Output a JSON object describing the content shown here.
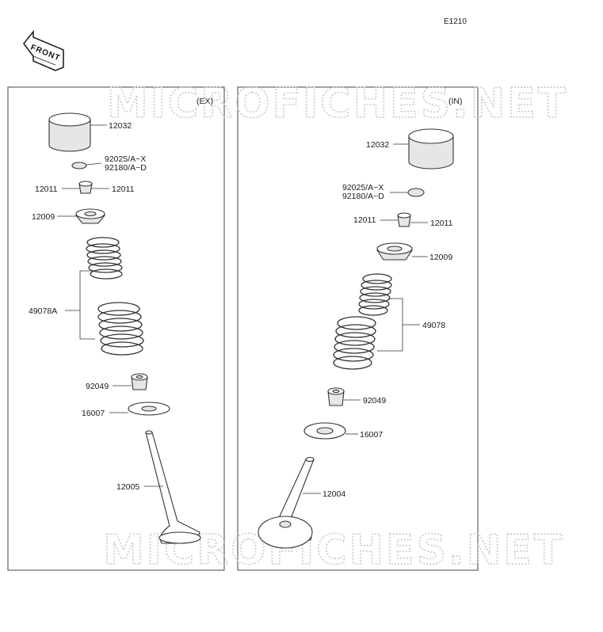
{
  "diagram_code": "E1210",
  "front_arrow_label": "FRONT",
  "watermark": "MICROFICHES.NET",
  "panels": [
    {
      "tag": "(EX)",
      "labels": {
        "cap": "12032",
        "shim_a": "92025/A~X",
        "shim_b": "92180/A~D",
        "keeper_left": "12011",
        "keeper_right": "12011",
        "retainer": "12009",
        "spring": "49078A",
        "seal": "92049",
        "seat": "16007",
        "valve": "12005"
      }
    },
    {
      "tag": "(IN)",
      "labels": {
        "cap": "12032",
        "shim_a": "92025/A~X",
        "shim_b": "92180/A~D",
        "keeper_left": "12011",
        "keeper_right": "12011",
        "retainer": "12009",
        "spring": "49078",
        "seal": "92049",
        "seat": "16007",
        "valve": "12004"
      }
    }
  ]
}
